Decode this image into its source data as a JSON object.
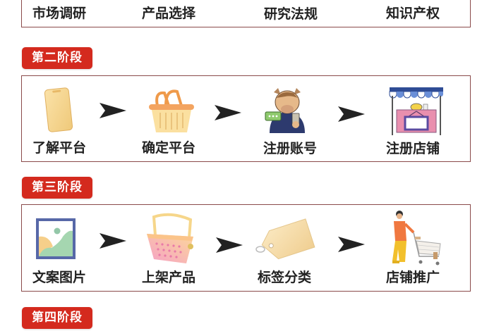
{
  "stages": [
    {
      "label": "",
      "steps": [
        {
          "text": "市场调研",
          "icon": "none"
        },
        {
          "text": "产品选择",
          "icon": "none"
        },
        {
          "text": "研究法规",
          "icon": "none"
        },
        {
          "text": "知识产权",
          "icon": "none"
        }
      ]
    },
    {
      "label": "第二阶段",
      "steps": [
        {
          "text": "了解平台",
          "icon": "phone-icon"
        },
        {
          "text": "确定平台",
          "icon": "basket-icon"
        },
        {
          "text": "注册账号",
          "icon": "person-with-phone-icon"
        },
        {
          "text": "注册店铺",
          "icon": "storefront-icon"
        }
      ]
    },
    {
      "label": "第三阶段",
      "steps": [
        {
          "text": "文案图片",
          "icon": "image-icon"
        },
        {
          "text": "上架产品",
          "icon": "pink-basket-icon"
        },
        {
          "text": "标签分类",
          "icon": "price-tag-icon"
        },
        {
          "text": "店铺推广",
          "icon": "shopper-cart-icon"
        }
      ]
    },
    {
      "label": "第四阶段",
      "steps": []
    }
  ],
  "colors": {
    "label_bg": "#d42a1e",
    "box_border": "#8a4a4a",
    "arrow": "#222222",
    "text": "#222222"
  }
}
